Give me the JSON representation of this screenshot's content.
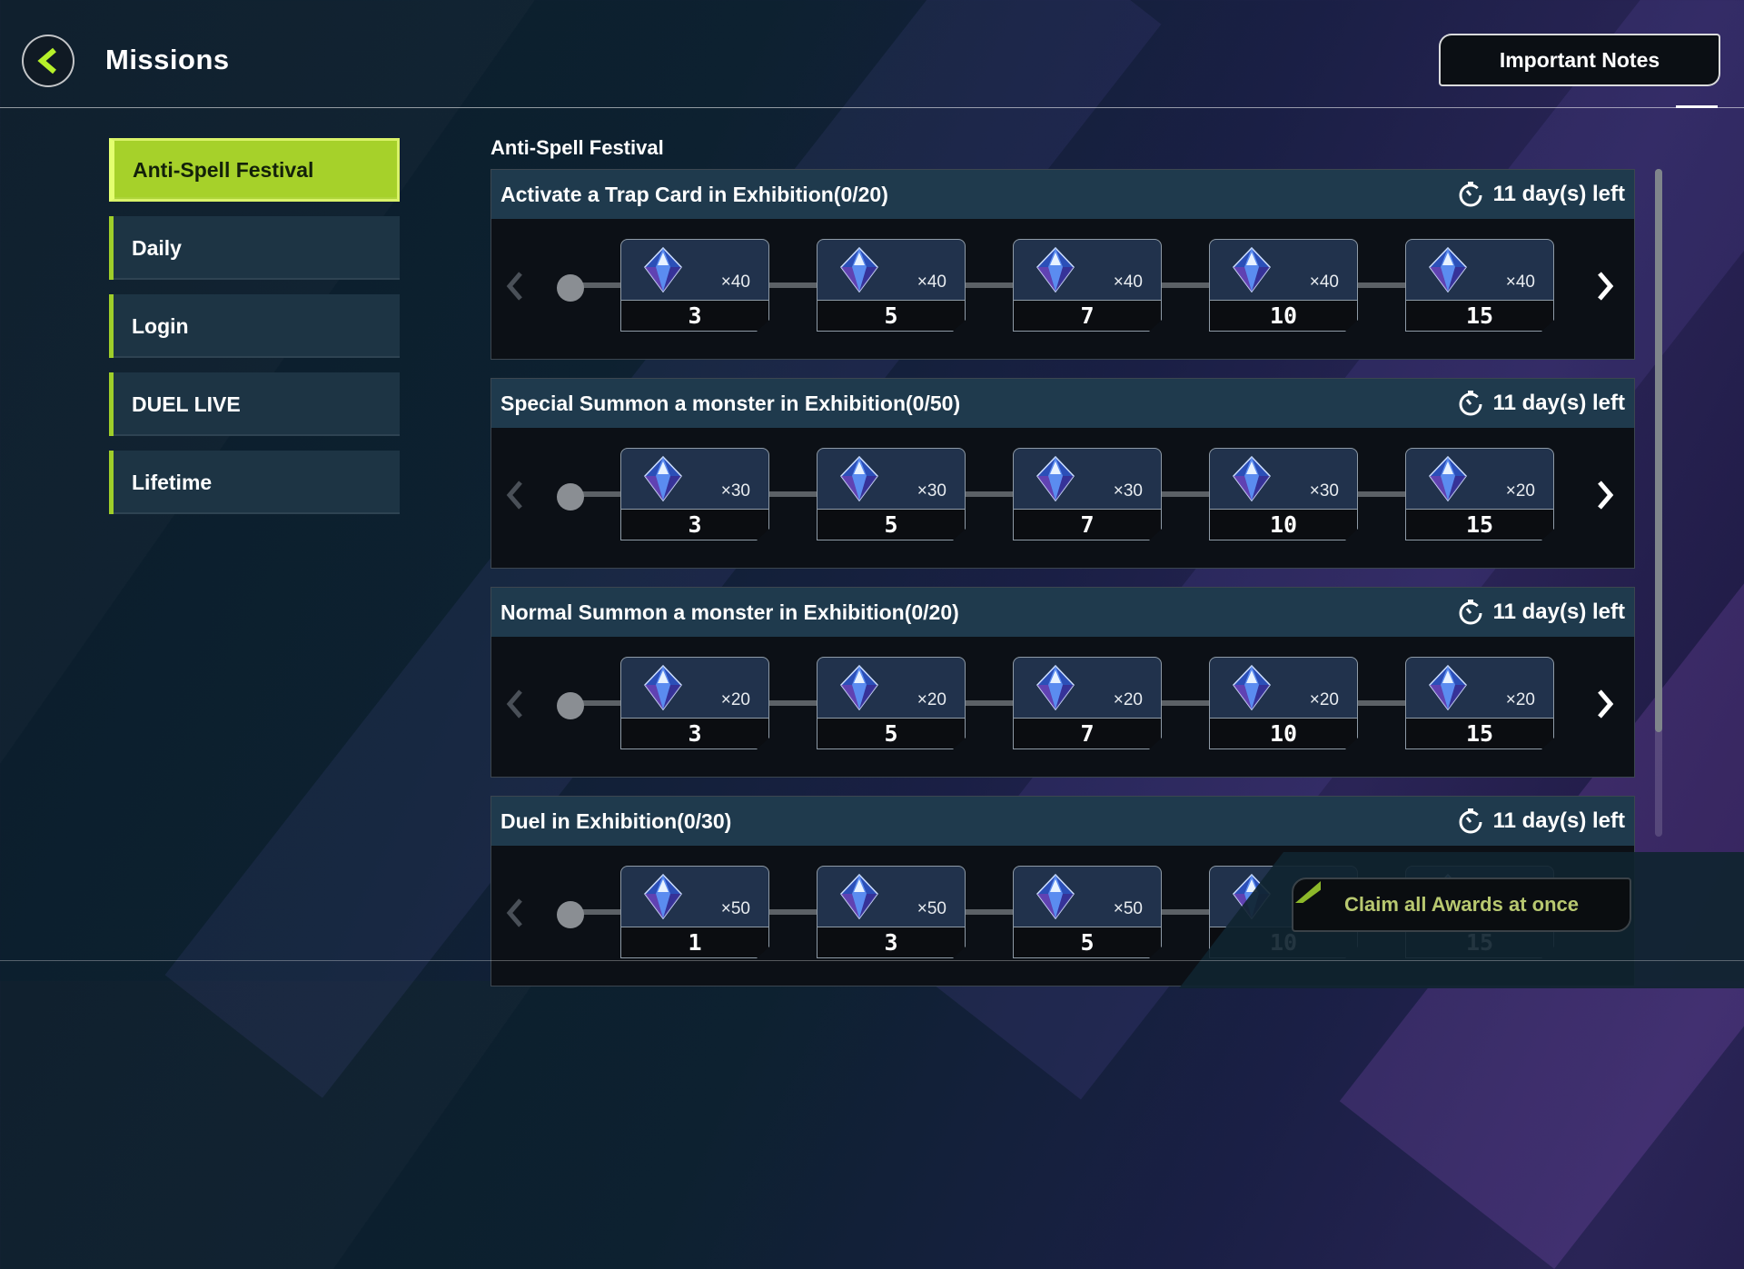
{
  "colors": {
    "accent": "#a6d12a",
    "card_header": "#1f3a4d",
    "sidebar_item": "#1d3444",
    "claim_text": "#b8c870"
  },
  "header": {
    "back_icon": "chevron-left-icon",
    "title": "Missions",
    "notes_button": "Important Notes"
  },
  "sidebar": {
    "items": [
      {
        "label": "Anti-Spell Festival",
        "active": true
      },
      {
        "label": "Daily",
        "active": false
      },
      {
        "label": "Login",
        "active": false
      },
      {
        "label": "DUEL LIVE",
        "active": false
      },
      {
        "label": "Lifetime",
        "active": false
      }
    ]
  },
  "main": {
    "section_title": "Anti-Spell Festival",
    "time_icon": "timer-icon",
    "reward_icon": "gem-icon",
    "missions": [
      {
        "title": "Activate a Trap Card in Exhibition(0/20)",
        "time_left": "11 day(s) left",
        "rewards": [
          {
            "qty": "×40",
            "milestone": "3"
          },
          {
            "qty": "×40",
            "milestone": "5"
          },
          {
            "qty": "×40",
            "milestone": "7"
          },
          {
            "qty": "×40",
            "milestone": "10"
          },
          {
            "qty": "×40",
            "milestone": "15"
          }
        ]
      },
      {
        "title": "Special Summon a monster in Exhibition(0/50)",
        "time_left": "11 day(s) left",
        "rewards": [
          {
            "qty": "×30",
            "milestone": "3"
          },
          {
            "qty": "×30",
            "milestone": "5"
          },
          {
            "qty": "×30",
            "milestone": "7"
          },
          {
            "qty": "×30",
            "milestone": "10"
          },
          {
            "qty": "×20",
            "milestone": "15"
          }
        ]
      },
      {
        "title": "Normal Summon a monster in Exhibition(0/20)",
        "time_left": "11 day(s) left",
        "rewards": [
          {
            "qty": "×20",
            "milestone": "3"
          },
          {
            "qty": "×20",
            "milestone": "5"
          },
          {
            "qty": "×20",
            "milestone": "7"
          },
          {
            "qty": "×20",
            "milestone": "10"
          },
          {
            "qty": "×20",
            "milestone": "15"
          }
        ]
      },
      {
        "title": "Duel in Exhibition(0/30)",
        "time_left": "11 day(s) left",
        "rewards": [
          {
            "qty": "×50",
            "milestone": "1"
          },
          {
            "qty": "×50",
            "milestone": "3"
          },
          {
            "qty": "×50",
            "milestone": "5"
          },
          {
            "qty": "",
            "milestone": "10"
          },
          {
            "qty": "",
            "milestone": "15"
          }
        ]
      }
    ]
  },
  "footer": {
    "claim_button": "Claim all Awards at once"
  }
}
